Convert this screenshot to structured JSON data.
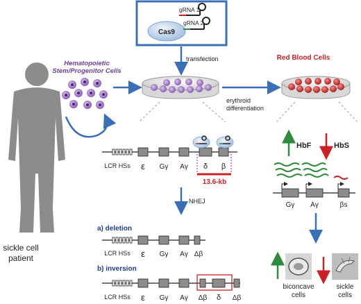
{
  "patient": {
    "label_line1": "sickle cell",
    "label_line2": "patient"
  },
  "hspc": {
    "title_line1": "Hematopoietic",
    "title_line2": "Stem/Progenitor Cells"
  },
  "transfection_box": {
    "cas9": "Cas9",
    "grna1": "gRNA 1",
    "grna2": "gRNA 2"
  },
  "steps": {
    "transfection": "transfection",
    "erythroid_line1": "erythroid",
    "erythroid_line2": "differentiation",
    "nhej": "NHEJ"
  },
  "rbc": {
    "title": "Red Blood Cells"
  },
  "locus": {
    "lcr": "LCR HSs",
    "epsilon": "ε",
    "g_gamma": "Gγ",
    "a_gamma": "Aγ",
    "delta": "δ",
    "beta": "β",
    "deletion_size": "13.6-kb"
  },
  "outcomes": {
    "deletion_title": "a) deletion",
    "inversion_title": "b) inversion",
    "delta_beta": "Δβ"
  },
  "expression": {
    "hbf": "HbF",
    "hbs": "HbS",
    "g_gamma": "Gγ",
    "a_gamma": "Aγ",
    "beta_s": "βs"
  },
  "phenotype": {
    "biconcave_line1": "biconcave",
    "biconcave_line2": "cells",
    "sickle_line1": "sickle",
    "sickle_line2": "cells"
  },
  "colors": {
    "blue_arrow": "#3a6fb5",
    "box_border": "#3a6fb5",
    "title_purple": "#6b3fa0",
    "title_red": "#cc2027",
    "outcome_navy": "#1f3b8f",
    "green": "#2e8b3e",
    "red": "#cc2027",
    "gene_gray": "#8c8c8c",
    "cell_purple": "#8a5bb5"
  }
}
